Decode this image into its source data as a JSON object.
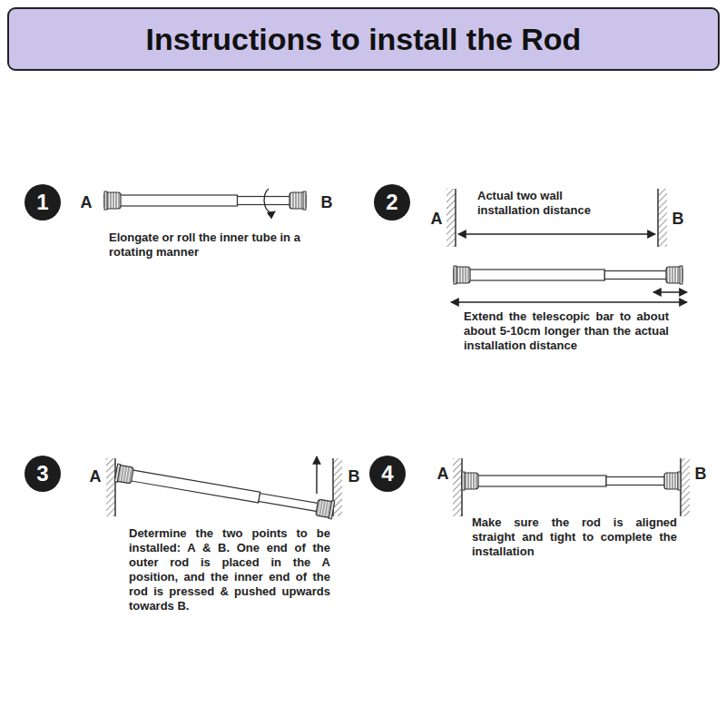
{
  "diagram": {
    "title": "Instructions to install the Rod",
    "nodes": [
      {
        "text": [
          "1"
        ]
      },
      {
        "text": [
          "2"
        ]
      },
      {
        "text": [
          "3"
        ]
      },
      {
        "text": [
          "4"
        ]
      }
    ],
    "labels": [
      "A",
      "B",
      "Elongate or roll the inner tube in a rotating manner",
      "Actual two wall installation distance",
      "A",
      "B",
      "Extend the telescopic bar to about about 5-10cm longer than the actual installation distance",
      "A",
      "B",
      "Determine the two points to be installed: A & B. One end of the outer rod is placed in the A position, and the inner end of the rod is pressed & pushed upwards towards B.",
      "A",
      "B",
      "Make sure the rod is aligned straight and tight to complete the installation"
    ]
  }
}
